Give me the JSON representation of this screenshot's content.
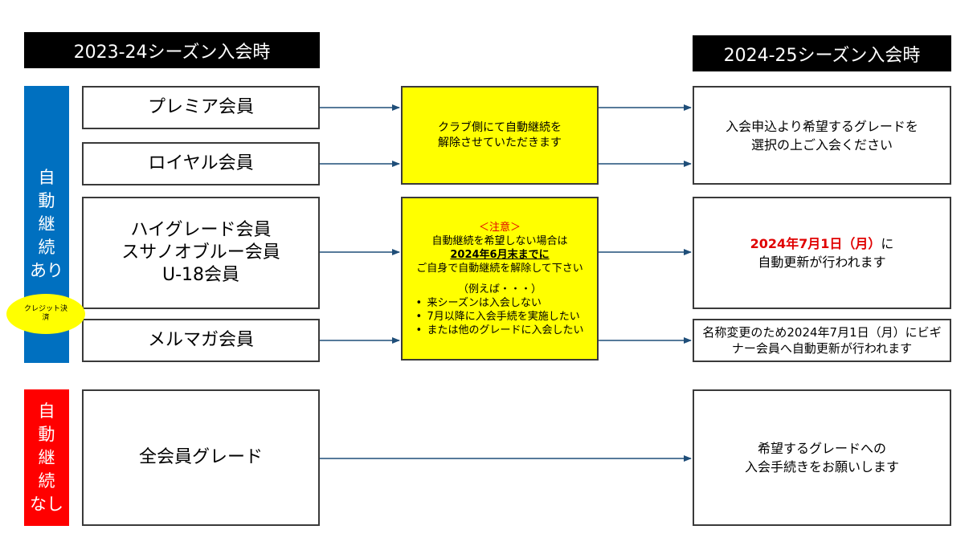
{
  "headers": {
    "left": "2023-24シーズン入会時",
    "right": "2024-25シーズン入会時"
  },
  "side_labels": {
    "auto_yes": "自\n動\n継\n続\nあり",
    "auto_no": "自\n動\n継\n続\nなし",
    "credit_badge": "クレジット決\n済"
  },
  "members": {
    "premium": "プレミア会員",
    "royal": "ロイヤル会員",
    "high_grade": [
      "ハイグレード会員",
      "スサノオブルー会員",
      "U-18会員"
    ],
    "mailmag": "メルマガ会員",
    "all_grades": "全会員グレード"
  },
  "notes": {
    "club_cancel": [
      "クラブ側にて自動継続を",
      "解除させていただきます"
    ],
    "caution_title": "＜注意＞",
    "caution_line1": "自動継続を希望しない場合は",
    "caution_deadline": "2024年6月末までに",
    "caution_line3": "ご自身で自動継続を解除して下さい",
    "example_title": "（例えば・・・）",
    "examples": [
      "来シーズンは入会しない",
      "7月以降に入会手続を実施したい"
    ],
    "example_cont": "または他のグレードに入会したい"
  },
  "results": {
    "select_grade": [
      "入会申込より希望するグレードを",
      "選択の上ご入会ください"
    ],
    "auto_renew_date": "2024年7月1日（月）",
    "auto_renew_suffix": "に",
    "auto_renew_line2": "自動更新が行われます",
    "beginner": [
      "名称変更のため2024年7月1日（月）にビギ",
      "ナー会員へ自動更新が行われます"
    ],
    "apply": [
      "希望するグレードへの",
      "入会手続きをお願いします"
    ]
  },
  "colors": {
    "header_bg": "#000000",
    "blue_label": "#0070c0",
    "red_label": "#ff0000",
    "note_bg": "#ffff00",
    "arrow": "#1f4e79",
    "caution_text": "#e00000"
  }
}
